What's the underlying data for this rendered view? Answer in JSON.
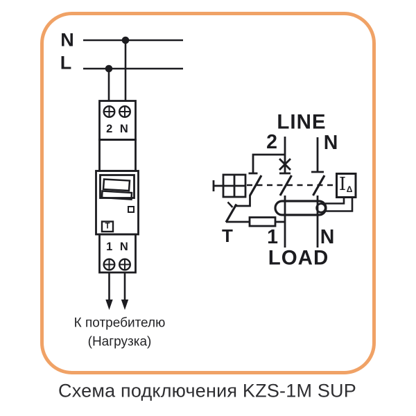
{
  "window": {
    "caption": "Схема подключения KZS-1M SUP"
  },
  "colors": {
    "frame_border": "#f0a266",
    "diagram_lines": "#1c1c20",
    "caption_text": "#2e2e31"
  },
  "panel": {
    "supply": {
      "neutral": "N",
      "line": "L"
    },
    "breaker": {
      "top_terminals": "2 N",
      "bottom_terminals": "1 N",
      "test_button": "T"
    },
    "load_note": {
      "line1": "К потребителю",
      "line2": "(Нагрузка)"
    }
  },
  "schematic": {
    "top_label": "LINE",
    "bottom_label": "LOAD",
    "pole2_in": "2",
    "neutral_in": "N",
    "pole1_out": "1",
    "neutral_out": "N",
    "test": "T",
    "sensor": {
      "current": "I",
      "delta": "Δ"
    }
  }
}
